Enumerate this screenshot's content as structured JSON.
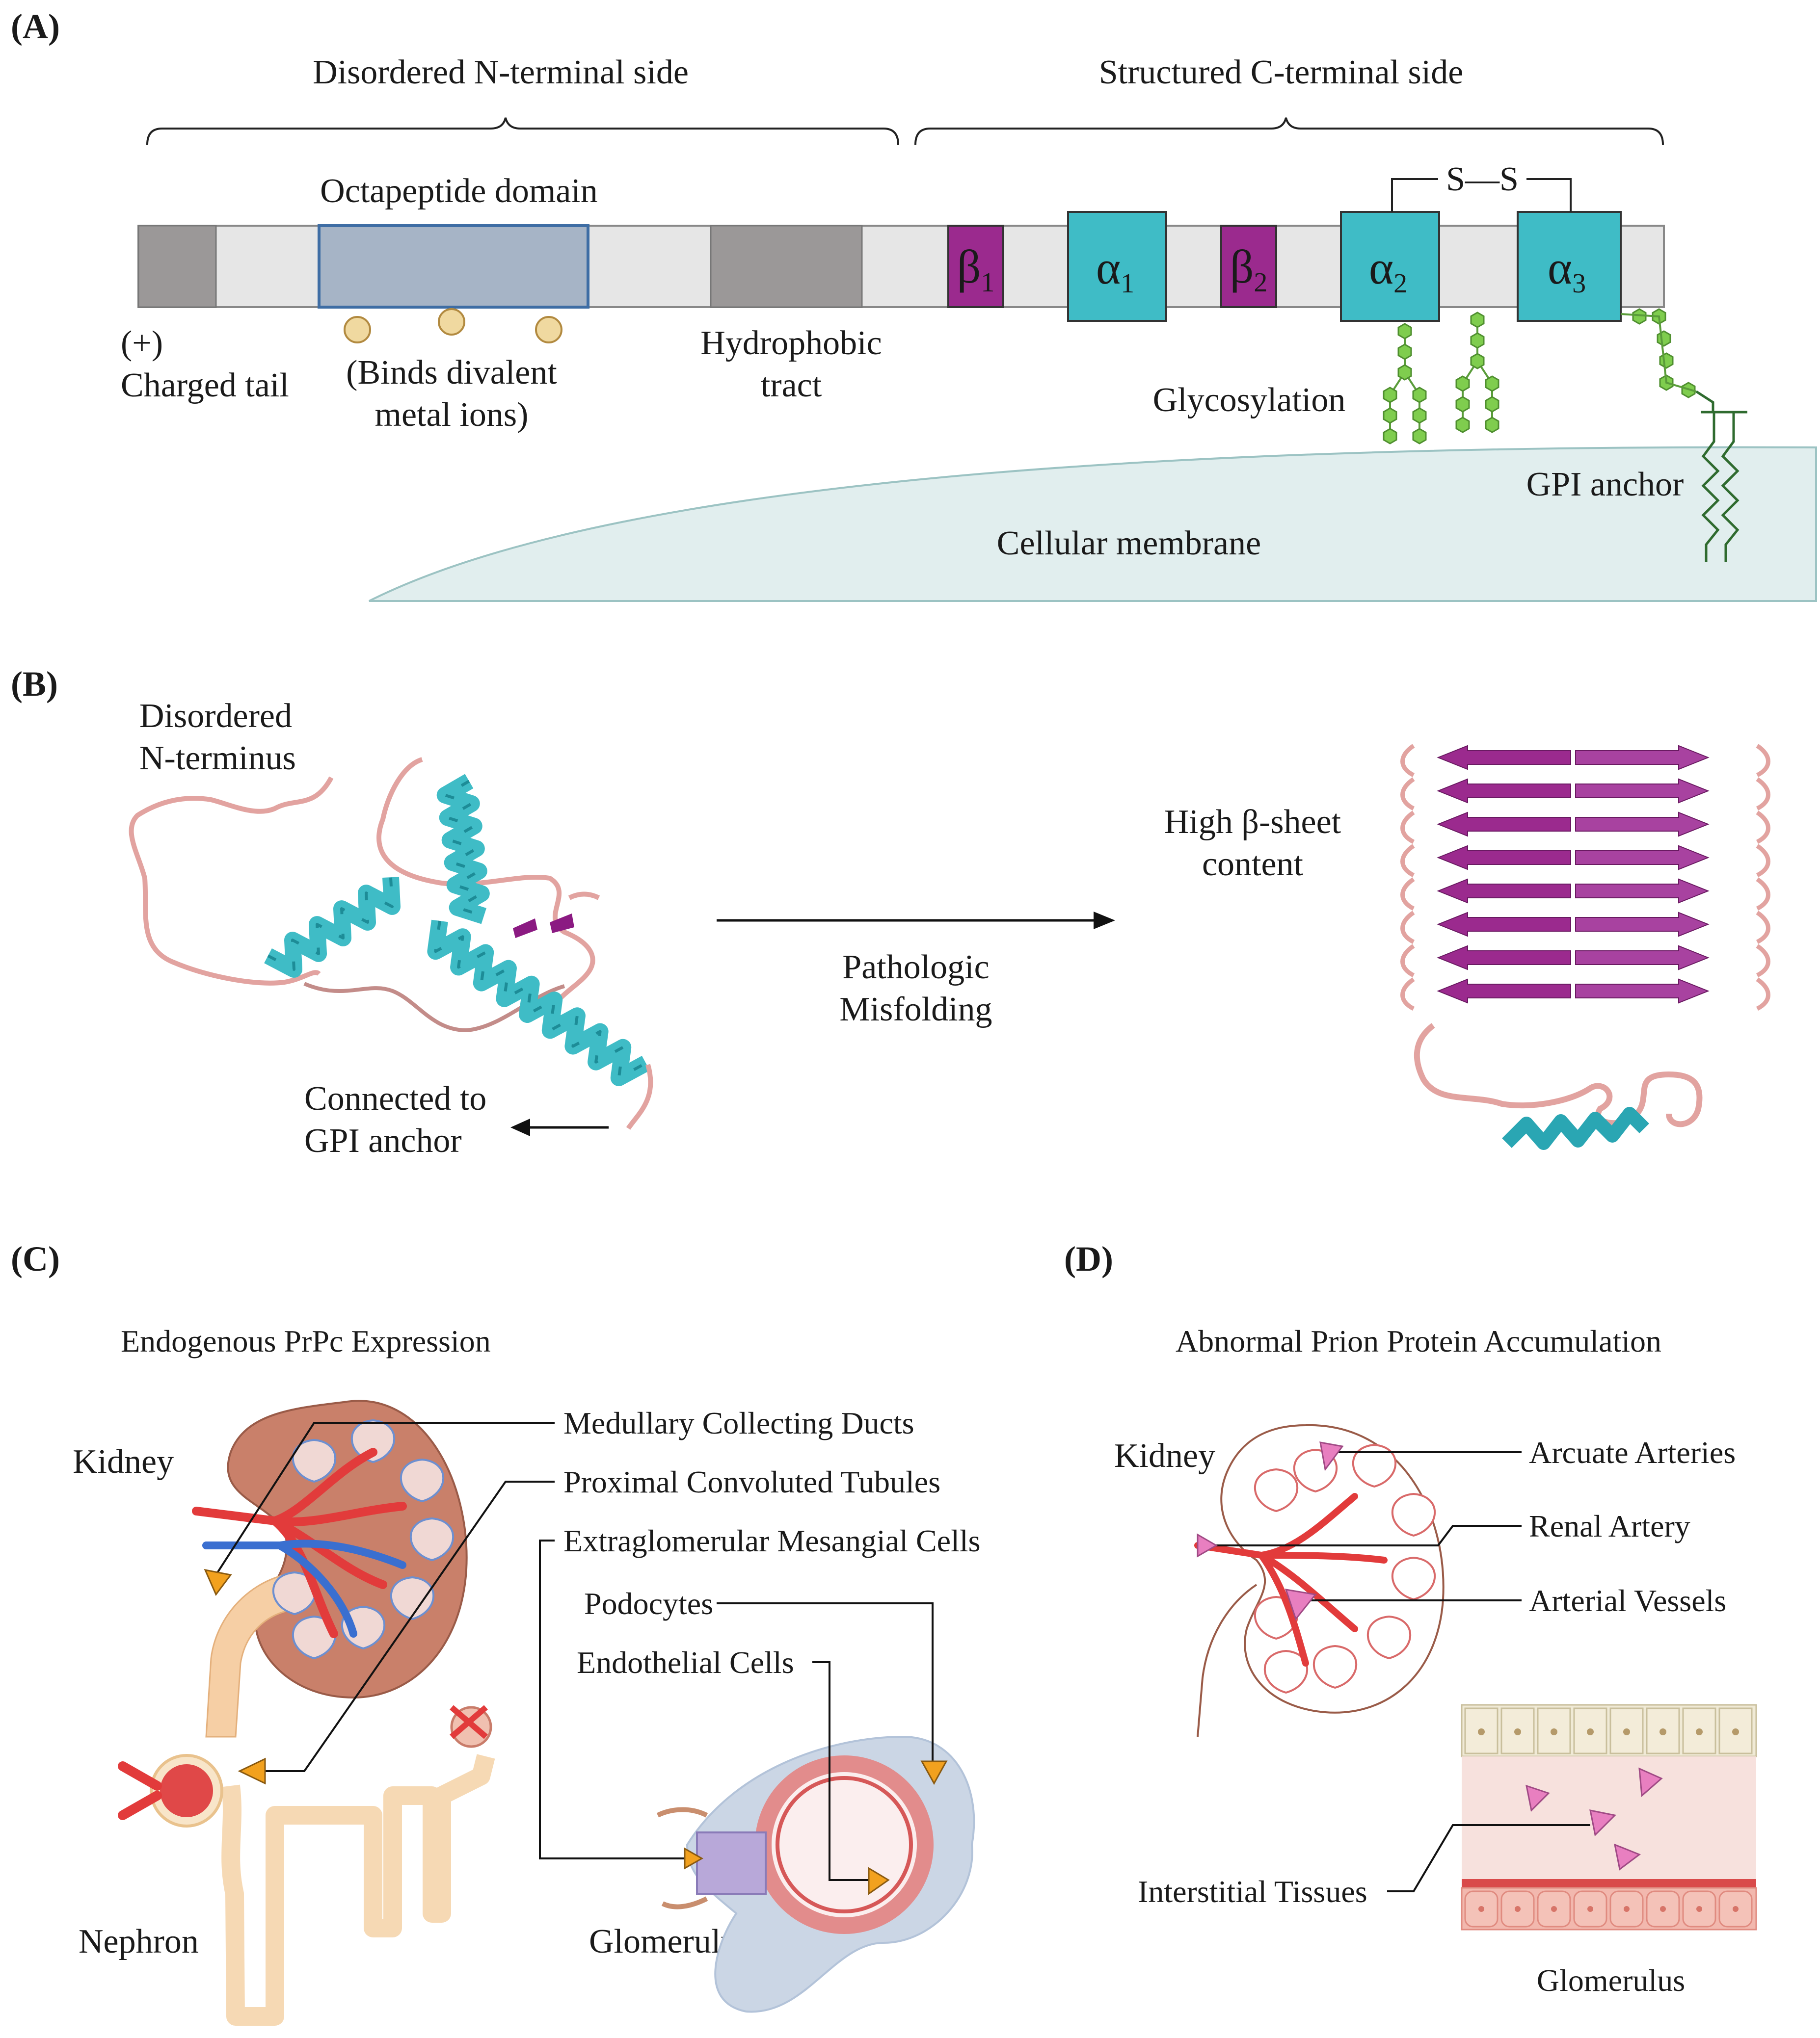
{
  "panels": {
    "a": "(A)",
    "b": "(B)",
    "c": "(C)",
    "d": "(D)"
  },
  "panel_a": {
    "n_side": "Disordered N-terminal side",
    "c_side": "Structured C-terminal side",
    "octapeptide": "Octapeptide domain",
    "ss_bond": "S—S",
    "beta1": "β",
    "beta1_sub": "1",
    "alpha1": "α",
    "alpha1_sub": "1",
    "beta2": "β",
    "beta2_sub": "2",
    "alpha2": "α",
    "alpha2_sub": "2",
    "alpha3": "α",
    "alpha3_sub": "3",
    "charged_1": "(+)",
    "charged_2": "Charged tail",
    "metal_1": "(Binds divalent",
    "metal_2": "metal ions)",
    "hydro_1": "Hydrophobic",
    "hydro_2": "tract",
    "glyco": "Glycosylation",
    "gpi": "GPI anchor",
    "membrane": "Cellular membrane"
  },
  "panel_b": {
    "disordered_1": "Disordered",
    "disordered_2": "N-terminus",
    "connected_1": "Connected to",
    "connected_2": "GPI anchor",
    "misfold_1": "Pathologic",
    "misfold_2": "Misfolding",
    "beta_1": "High β-sheet",
    "beta_2": "content"
  },
  "panel_c": {
    "title": "Endogenous PrPc Expression",
    "kidney": "Kidney",
    "nephron": "Nephron",
    "glomerulus": "Glomerulus",
    "medullary": "Medullary Collecting Ducts",
    "proximal": "Proximal Convoluted Tubules",
    "mesangial": "Extraglomerular Mesangial Cells",
    "podocytes": "Podocytes",
    "endothelial": "Endothelial Cells"
  },
  "panel_d": {
    "title": "Abnormal Prion Protein Accumulation",
    "kidney": "Kidney",
    "arcuate": "Arcuate Arteries",
    "renal": "Renal Artery",
    "arterial": "Arterial Vessels",
    "interstitial": "Interstitial Tissues",
    "glomerulus": "Glomerulus"
  },
  "colors": {
    "helix": "#3fbcc6",
    "strand": "#9b2a8e",
    "coil": "#e2a3a0",
    "octapeptide": "#a6b4c6",
    "grey_block": "#9b9898",
    "chain": "#e6e6e6",
    "glycan": "#7fcd4e",
    "gpi": "#2f6b2f",
    "membrane": "#e1eeee",
    "marker_orange": "#f2a11e",
    "marker_pink": "#e87fc0",
    "artery": "#e23b3b",
    "vein": "#3a6fd0"
  }
}
